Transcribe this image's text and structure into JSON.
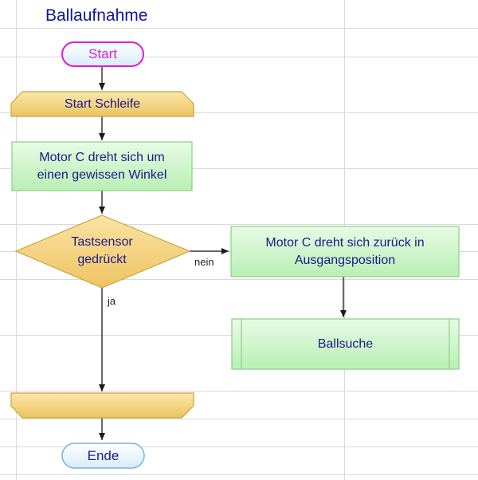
{
  "title": "Ballaufnahme",
  "nodes": {
    "start": "Start",
    "loop_start": "Start Schleife",
    "motor_turn": "Motor C dreht sich um einen gewissen Winkel",
    "decision": "Tastsensor gedrückt",
    "motor_back": "Motor C dreht sich zurück in Ausgangsposition",
    "ball_search": "Ballsuche",
    "loop_end": "",
    "end": "Ende"
  },
  "edge_labels": {
    "no": "nein",
    "yes": "ja"
  },
  "colors": {
    "grid_line": "#d9d9d9",
    "start_border": "#e01cd6",
    "start_text": "#e01cd6",
    "end_border": "#7fb0d8",
    "loop_fill": "#f2cf74",
    "loop_border": "#c9a23a",
    "process_fill": "#c9f5c6",
    "process_border": "#8ccf86",
    "text": "#1a1a8c",
    "arrow": "#1a1a1a"
  }
}
